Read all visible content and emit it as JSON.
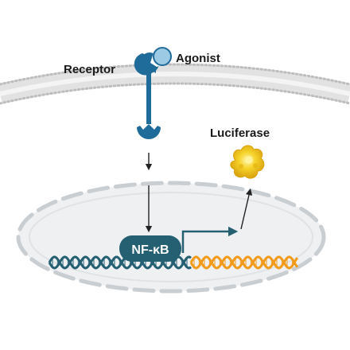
{
  "labels": {
    "receptor": "Receptor",
    "agonist": "Agonist",
    "luciferase": "Luciferase",
    "transcription_factor": "NF-κB"
  },
  "colors": {
    "membrane": "#dcdcdc",
    "membrane_dot": "#bdbdbd",
    "nucleus_fill": "#eef0f2",
    "nucleus_dash": "#c9ced3",
    "receptor": "#1f6b99",
    "receptor_light": "#8fc3e0",
    "nfkb": "#245f72",
    "dna_dark": "#245f72",
    "dna_orange": "#f29a1a",
    "luciferase": "#f3c51b",
    "arrow": "#222222"
  },
  "icons": {
    "receptor": "receptor-icon",
    "agonist": "agonist-icon",
    "luciferase": "luciferase-protein-icon",
    "dna": "dna-helix-icon",
    "promoter": "promoter-arrow-icon"
  }
}
